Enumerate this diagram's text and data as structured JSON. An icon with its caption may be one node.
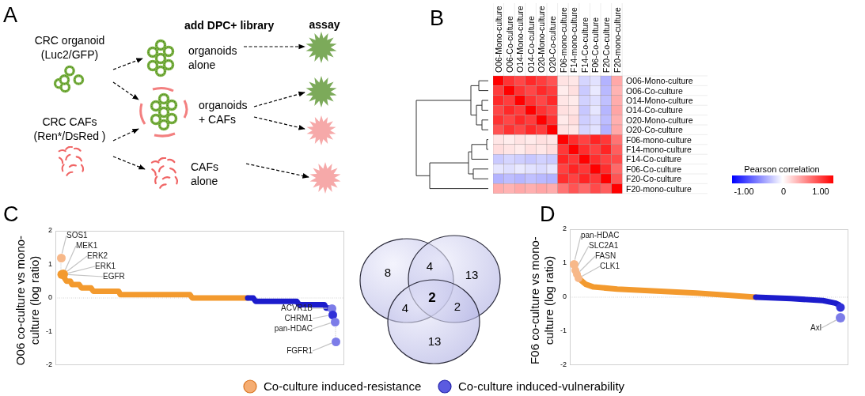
{
  "diagram": {
    "nodes": [
      {
        "text": [
          "CRC organoid (Luc2/GFP)"
        ]
      },
      {
        "text": [
          "CRC CAFs (Ren*/DsRed )"
        ]
      },
      {
        "text": [
          "organoids alone"
        ]
      },
      {
        "text": [
          "organoids + CAFs"
        ]
      },
      {
        "text": [
          "CAFs alone"
        ]
      },
      {
        "text": [],
        "shape": "star"
      },
      {
        "text": [],
        "shape": "star"
      },
      {
        "text": [],
        "shape": "star"
      },
      {
        "text": [],
        "shape": "star"
      },
      {
        "text": [
          "SOS1"
        ]
      },
      {
        "text": [
          "MEK1"
        ]
      },
      {
        "text": [
          "ERK2"
        ]
      },
      {
        "text": [
          "ERK1"
        ]
      },
      {
        "text": [
          "EGFR"
        ]
      },
      {
        "text": [
          "ACVR1B"
        ]
      },
      {
        "text": [
          "CHRM1"
        ]
      },
      {
        "text": [
          "pan-HDAC"
        ]
      },
      {
        "text": [
          "FGFR1"
        ]
      },
      {
        "text": [
          "pan-HDAC"
        ]
      },
      {
        "text": [
          "SLC2A1"
        ]
      },
      {
        "text": [
          "FASN"
        ]
      },
      {
        "text": [
          "CLK1"
        ]
      },
      {
        "text": [
          "Axl"
        ]
      },
      {
        "text": [],
        "shape": "circle"
      },
      {
        "text": [],
        "shape": "circle"
      },
      {
        "text": [],
        "shape": "circle"
      },
      {
        "text": [],
        "shape": "circle"
      },
      {
        "text": [],
        "shape": "circle"
      },
      {
        "text": [],
        "shape": "circle"
      },
      {
        "text": [],
        "shape": "circle"
      },
      {
        "text": [],
        "shape": "circle"
      },
      {
        "text": [],
        "shape": "circle"
      },
      {
        "text": [],
        "shape": "circle"
      },
      {
        "text": [],
        "shape": "circle"
      }
    ],
    "edges": [
      {
        "from": 0,
        "to": 2,
        "arrow": "to",
        "style": "dashed",
        "color": "#000000"
      },
      {
        "from": 0,
        "to": 3,
        "arrow": "to",
        "style": "dashed",
        "color": "#000000"
      },
      {
        "from": 1,
        "to": 3,
        "arrow": "to",
        "style": "dashed",
        "color": "#000000"
      },
      {
        "from": 1,
        "to": 4,
        "arrow": "to",
        "style": "dashed",
        "color": "#000000"
      },
      {
        "from": 2,
        "to": 5,
        "arrow": "to",
        "style": "dashed",
        "color": "#000000"
      },
      {
        "from": 3,
        "to": 6,
        "arrow": "to",
        "style": "dashed",
        "color": "#000000"
      },
      {
        "from": 3,
        "to": 7,
        "arrow": "to",
        "style": "dashed",
        "color": "#000000"
      },
      {
        "from": 4,
        "to": 8,
        "arrow": "to",
        "style": "dashed",
        "color": "#000000"
      },
      {
        "from": 9,
        "to": 23,
        "arrow": "none"
      },
      {
        "from": 10,
        "to": 24,
        "arrow": "none"
      },
      {
        "from": 11,
        "to": 24,
        "arrow": "none"
      },
      {
        "from": 12,
        "to": 24,
        "arrow": "none"
      },
      {
        "from": 13,
        "to": 24,
        "arrow": "none"
      },
      {
        "from": 14,
        "to": 25,
        "arrow": "none"
      },
      {
        "from": 15,
        "to": 26,
        "arrow": "none"
      },
      {
        "from": 16,
        "to": 27,
        "arrow": "none"
      },
      {
        "from": 17,
        "to": 28,
        "arrow": "none"
      },
      {
        "from": 18,
        "to": 29,
        "arrow": "none"
      },
      {
        "from": 19,
        "to": 30,
        "arrow": "none"
      },
      {
        "from": 20,
        "to": 31,
        "arrow": "none"
      },
      {
        "from": 21,
        "to": 32,
        "arrow": "none"
      },
      {
        "from": 22,
        "to": 33,
        "arrow": "none"
      }
    ],
    "labels": [
      "A",
      "add DPC+ library",
      "assay",
      "B",
      "O06-Mono-culture",
      "O06-Co-culture",
      "O14-Mono-culture",
      "O14-Co-culture",
      "O20-Mono-culture",
      "O20-Co-culture",
      "F06-mono-culture",
      "F14-mono-culture",
      "F14-Co-culture",
      "F06-Co-culture",
      "F20-Co-culture",
      "F20-mono-culture",
      "O06-Mono-culture",
      "O06-Co-culture",
      "O14-Mono-culture",
      "O14-Co-culture",
      "O20-Mono-culture",
      "O20-Co-culture",
      "F06-mono-culture",
      "F14-mono-culture",
      "F14-Co-culture",
      "F06-Co-culture",
      "F20-Co-culture",
      "F20-mono-culture",
      "Pearson correlation",
      "-1.00",
      "0",
      "1.00",
      "C",
      "O06 co-culture vs mono-culture (log ratio)",
      "2",
      "1",
      "0",
      "-1",
      "-2",
      "8",
      "4",
      "13",
      "2",
      "4",
      "2",
      "13",
      "D",
      "F06 co-culture vs mono-culture (log ratio)",
      "2",
      "1",
      "0",
      "-1",
      "-2"
    ],
    "legend": [
      {
        "text": "Co-culture induced-resistance",
        "color": "#f5ad72"
      },
      {
        "text": "Co-culture induced-vulnerability",
        "color": "#5b5be0"
      }
    ]
  }
}
